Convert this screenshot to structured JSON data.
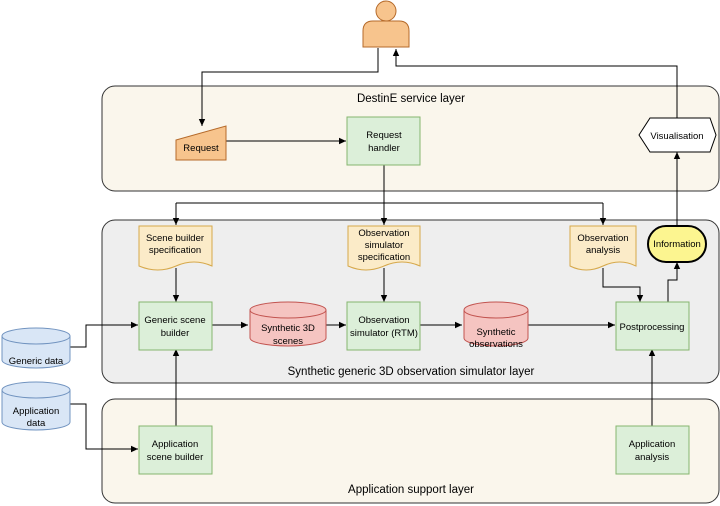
{
  "layers": {
    "service": "DestinE service layer",
    "simulator": "Synthetic generic 3D observation simulator layer",
    "support": "Application support layer"
  },
  "nodes": {
    "request": "Request",
    "request_handler": [
      "Request",
      "handler"
    ],
    "visualisation": "Visualisation",
    "scene_builder_spec": [
      "Scene builder",
      "specification"
    ],
    "obs_sim_spec": [
      "Observation",
      "simulator",
      "specification"
    ],
    "obs_analysis": [
      "Observation",
      "analysis"
    ],
    "information": "Information",
    "generic_scene_builder": [
      "Generic scene",
      "builder"
    ],
    "synthetic_scenes": [
      "Synthetic 3D",
      "scenes"
    ],
    "obs_simulator": [
      "Observation",
      "simulator (RTM)"
    ],
    "synthetic_obs": [
      "Synthetic",
      "observations"
    ],
    "postprocessing": "Postprocessing",
    "generic_data": "Generic data",
    "application_data": [
      "Application",
      "data"
    ],
    "app_scene_builder": [
      "Application",
      "scene builder"
    ],
    "app_analysis": [
      "Application",
      "analysis"
    ]
  },
  "colors": {
    "layer_cream": "#faf6ec",
    "layer_gray": "#eeeeee",
    "process_green": "#dcefd9",
    "process_green_border": "#85b56e",
    "doc_yellow": "#fbebc8",
    "doc_yellow_border": "#d6a84a",
    "db_red": "#f5c4c1",
    "db_red_border": "#c25450",
    "db_blue": "#d9e6f6",
    "db_blue_border": "#7294c0",
    "request_orange": "#f7c48d",
    "request_orange_border": "#b56a2a",
    "info_yellow": "#fcf590",
    "user_fill": "#f7c48d"
  },
  "icons": {
    "user": "person-icon"
  }
}
